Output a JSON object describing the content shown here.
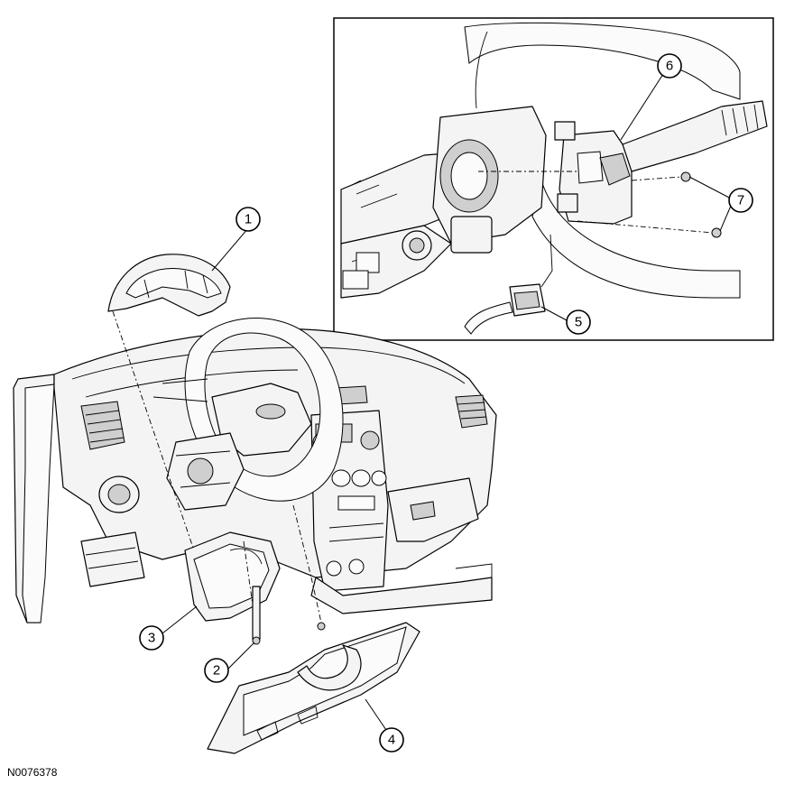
{
  "figure_id": "N0076378",
  "callouts": [
    {
      "number": "1"
    },
    {
      "number": "2"
    },
    {
      "number": "3"
    },
    {
      "number": "4"
    },
    {
      "number": "5"
    },
    {
      "number": "6"
    },
    {
      "number": "7"
    }
  ]
}
